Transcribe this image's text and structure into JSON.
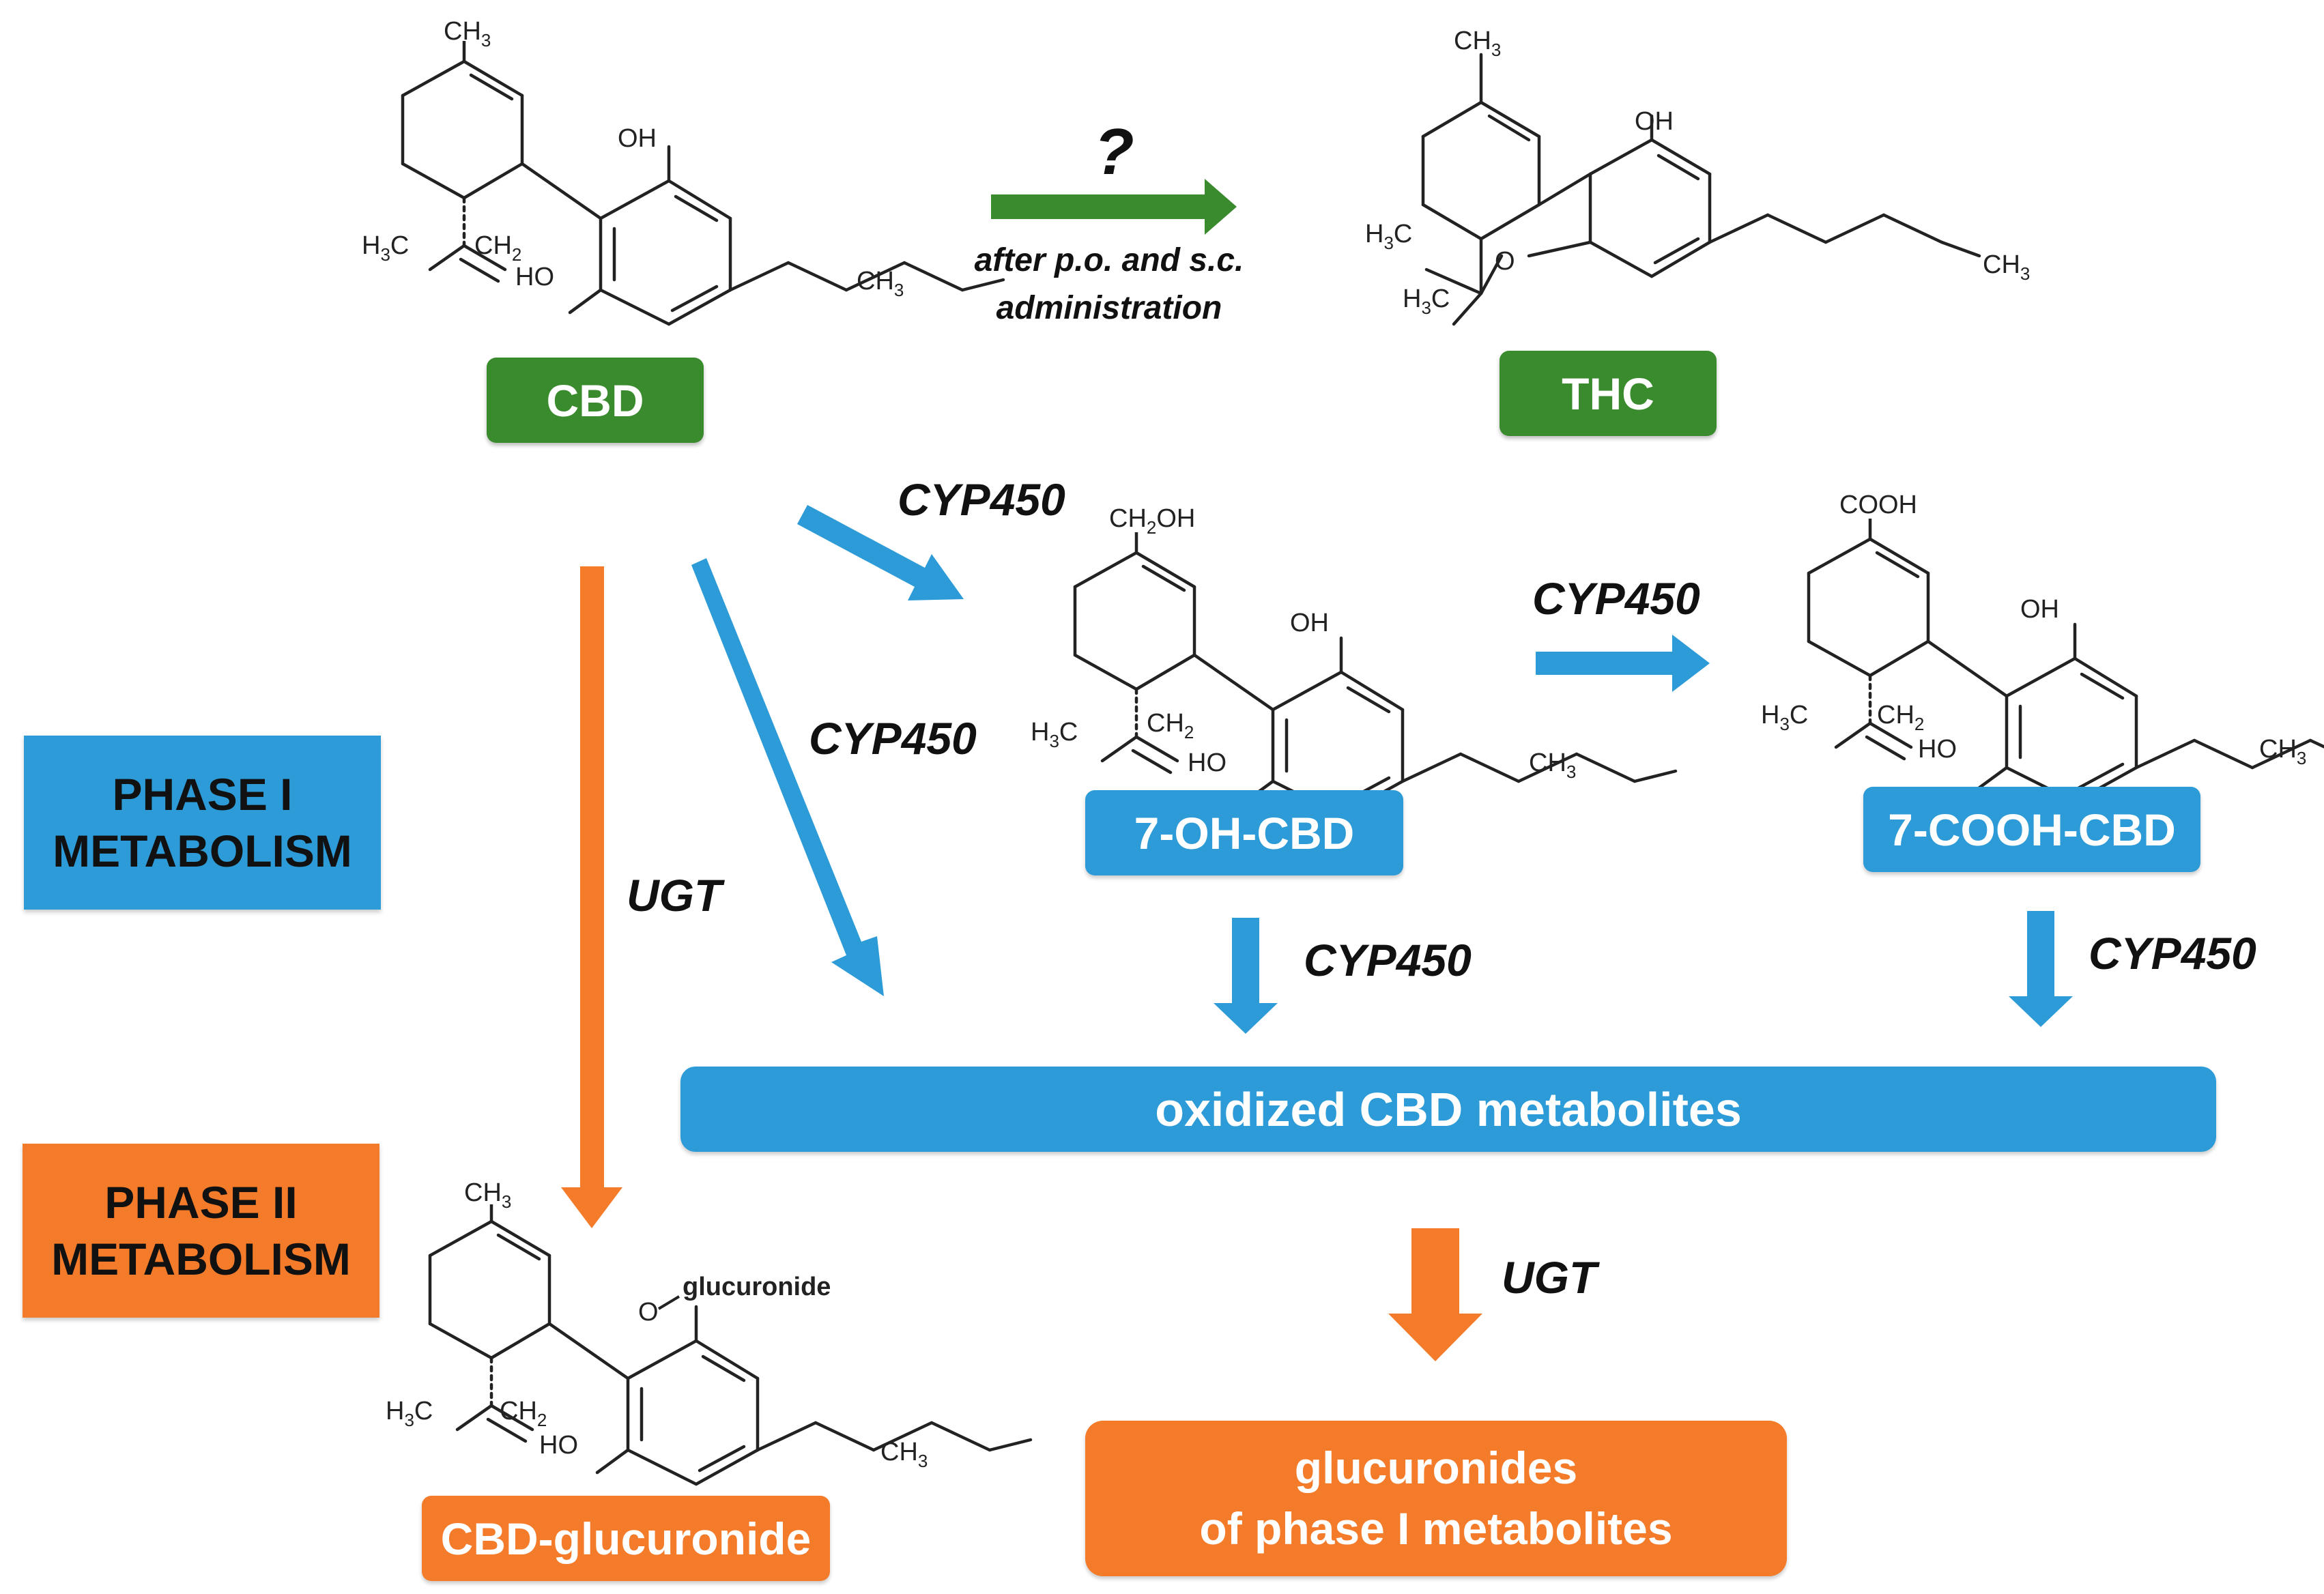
{
  "compounds": {
    "cbd": "CBD",
    "thc": "THC",
    "oh_cbd": "7-OH-CBD",
    "cooh_cbd": "7-COOH-CBD",
    "cbd_glucuronide": "CBD-glucuronide"
  },
  "products": {
    "oxidized": "oxidized CBD metabolites",
    "glucuronides": "glucuronides\nof phase I metabolites"
  },
  "phases": {
    "phase1": "PHASE I\nMETABOLISM",
    "phase2": "PHASE II\nMETABOLISM"
  },
  "enzymes": {
    "cyp_to_oh": "CYP450",
    "cyp_direct": "CYP450",
    "cyp_oh_to_cooh": "CYP450",
    "cyp_oh_down": "CYP450",
    "cyp_cooh_down": "CYP450",
    "ugt_left": "UGT",
    "ugt_right": "UGT"
  },
  "conversion": {
    "question": "?",
    "note_line1": "after p.o. and s.c.",
    "note_line2": "administration"
  },
  "structure_labels": {
    "ch3": "CH",
    "ch2": "CH",
    "h3c": "H",
    "oh": "OH",
    "ho": "HO",
    "o": "O",
    "ch2oh": "CH",
    "ch2oh_tail": "OH",
    "cooh": "COOH",
    "glucuronide": "glucuronide",
    "sub2": "2",
    "sub3": "3"
  },
  "colors": {
    "green": "#3a8a2e",
    "blue": "#2c9bd7",
    "orange": "#f47b2a"
  }
}
